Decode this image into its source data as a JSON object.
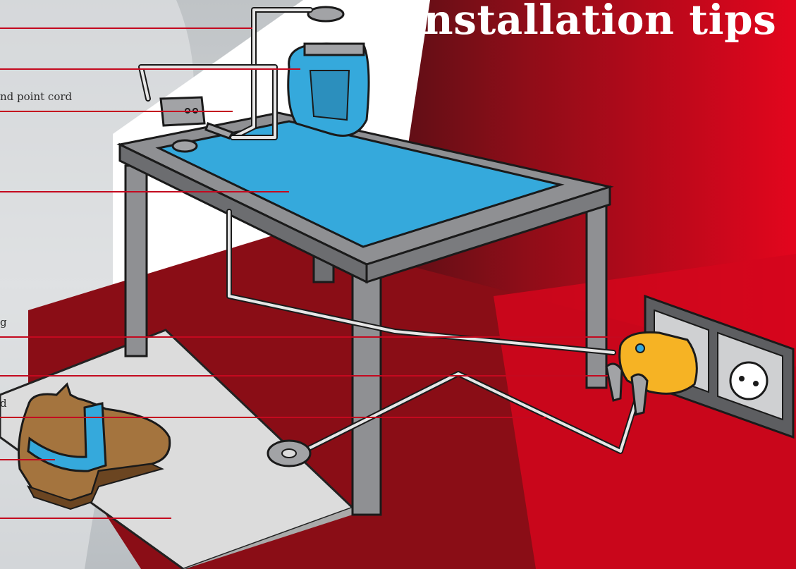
{
  "title": "installation tips",
  "labels": {
    "ground_point_cord": "nd point cord",
    "fragment_g": "g",
    "fragment_d": "d"
  },
  "colors": {
    "brand_red": "#d8041c",
    "dark_red": "#7a1218",
    "esd_blue": "#35a9dc",
    "plug_yellow": "#f6b324",
    "table_grey": "#9a9a9c",
    "floor_mat": "#dcdcdc",
    "shoe_brown": "#a4743e"
  }
}
